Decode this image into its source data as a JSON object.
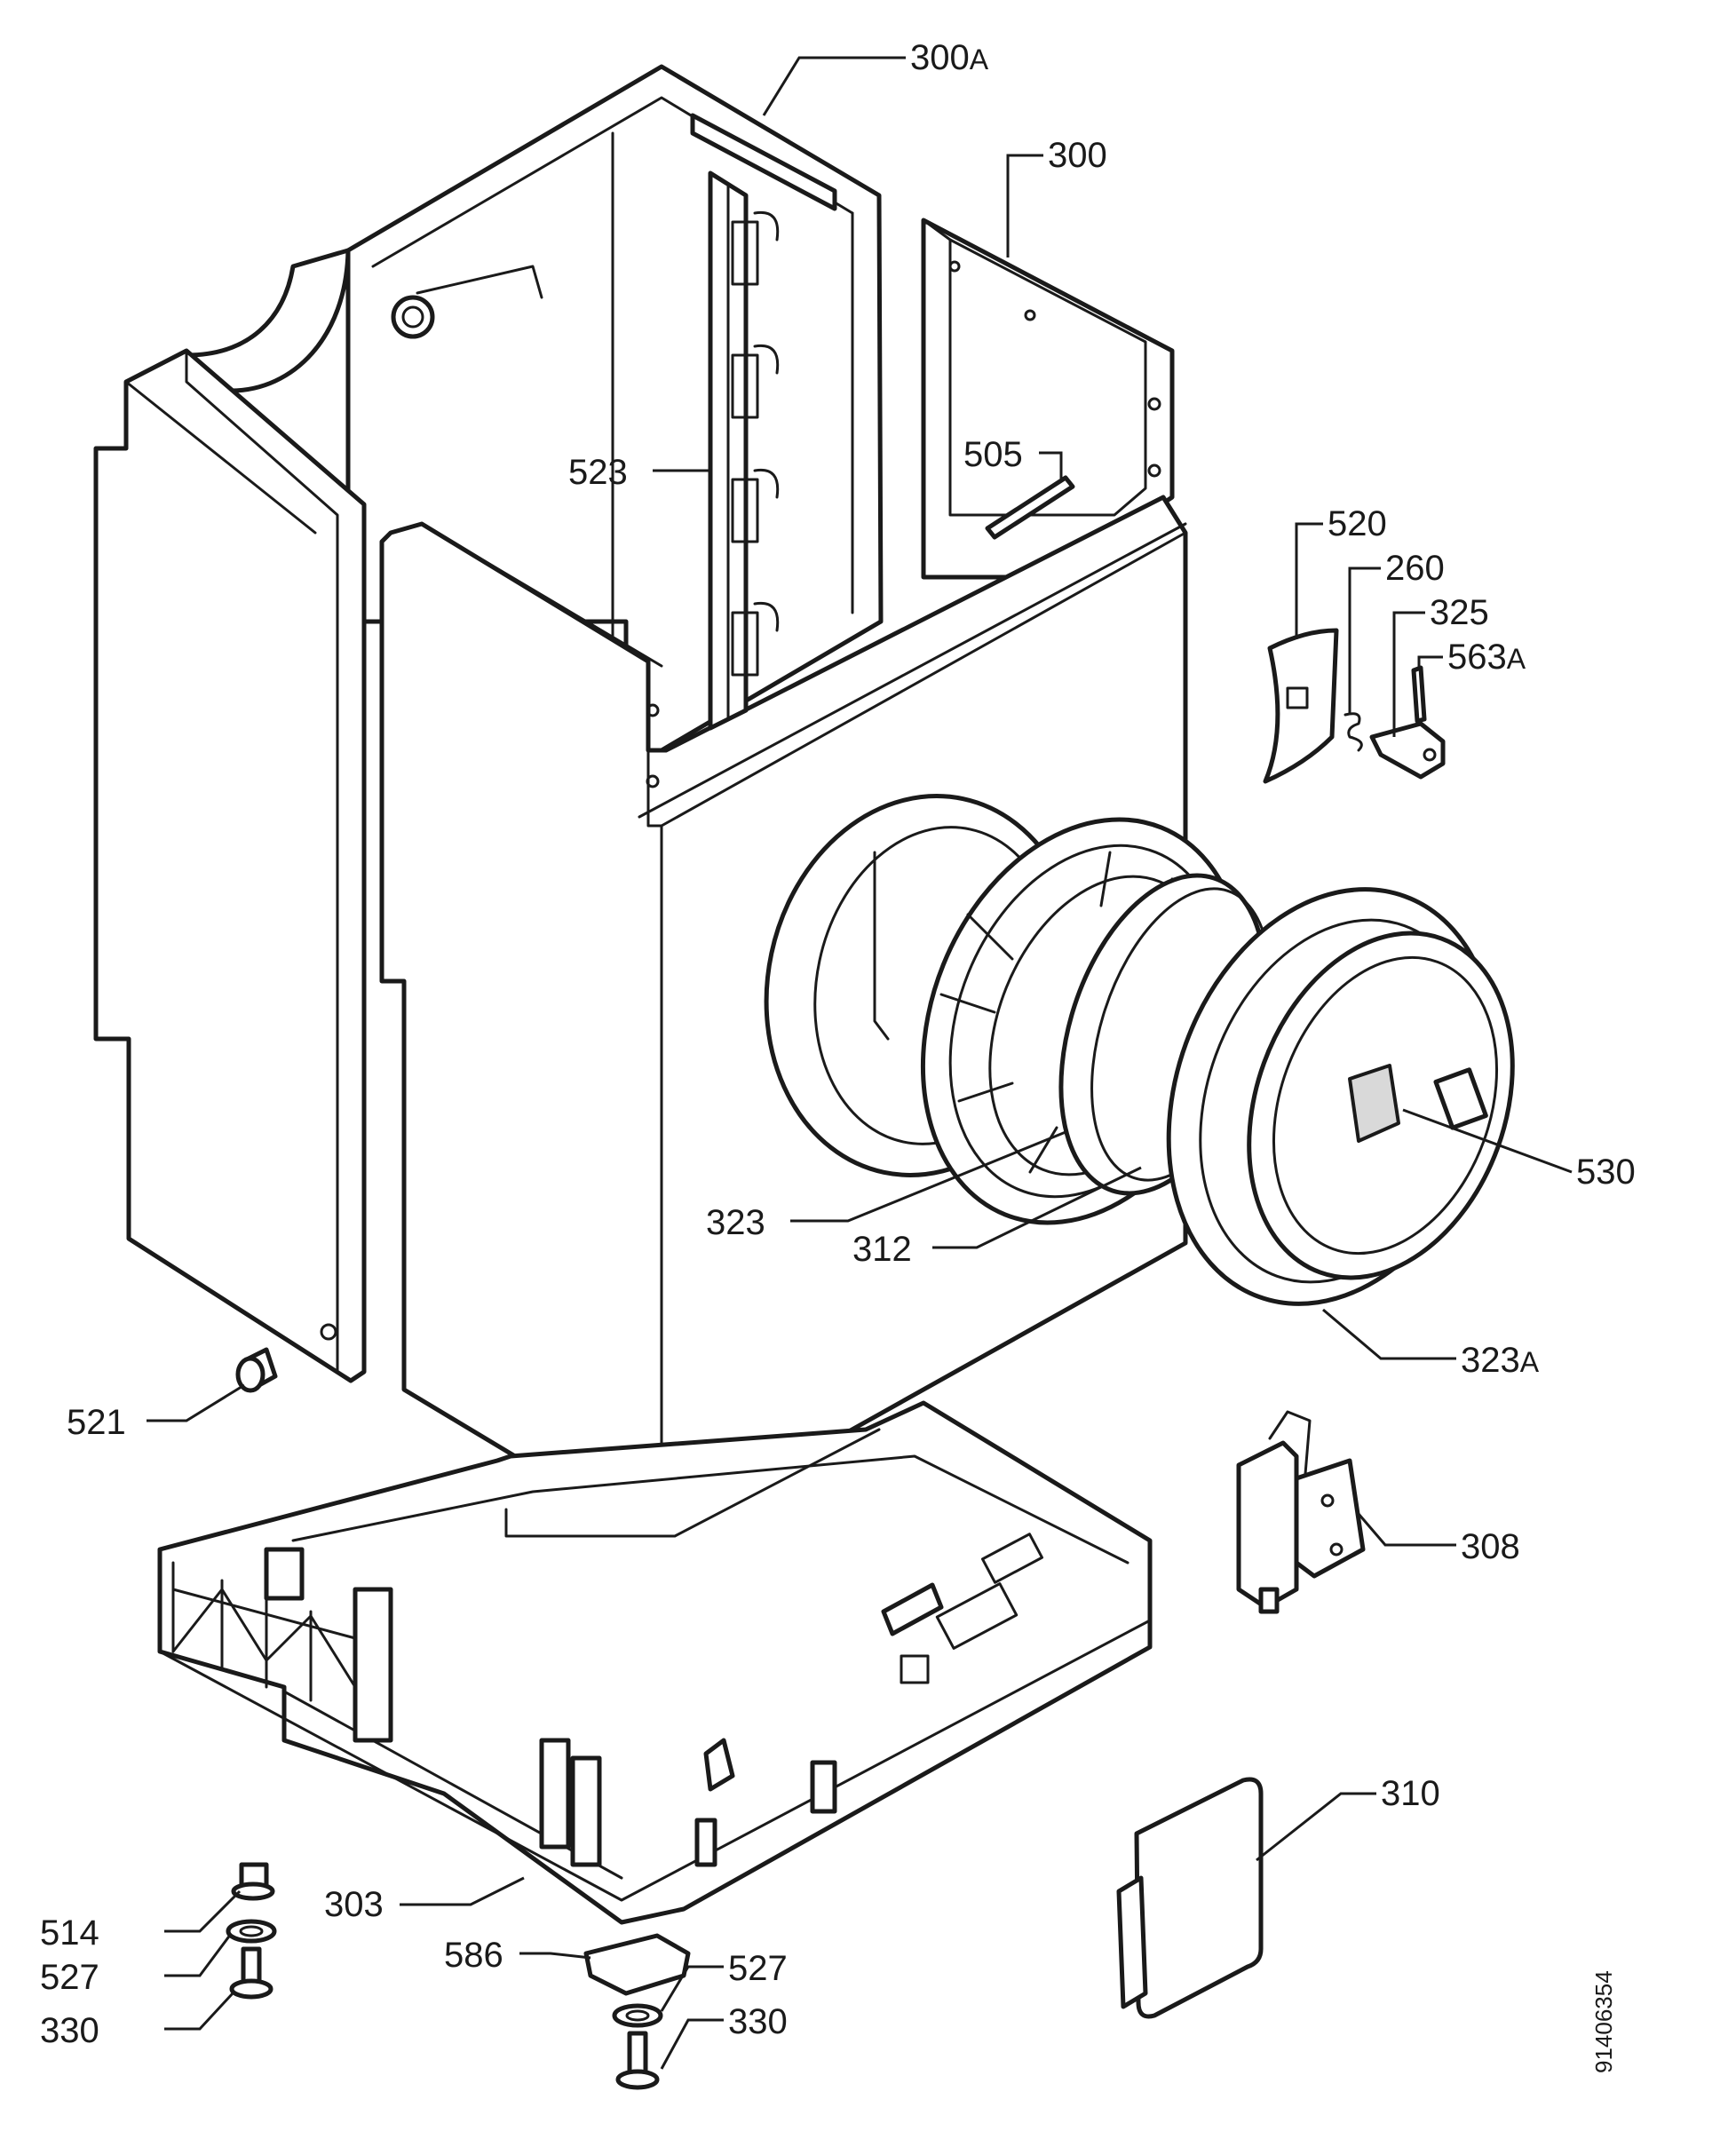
{
  "diagram": {
    "reference_code": "91406354",
    "labels": [
      {
        "id": "300A",
        "num": "300",
        "suffix": "A"
      },
      {
        "id": "300",
        "num": "300",
        "suffix": ""
      },
      {
        "id": "523",
        "num": "523",
        "suffix": ""
      },
      {
        "id": "505",
        "num": "505",
        "suffix": ""
      },
      {
        "id": "520",
        "num": "520",
        "suffix": ""
      },
      {
        "id": "260",
        "num": "260",
        "suffix": ""
      },
      {
        "id": "325",
        "num": "325",
        "suffix": ""
      },
      {
        "id": "563A",
        "num": "563",
        "suffix": "A"
      },
      {
        "id": "530",
        "num": "530",
        "suffix": ""
      },
      {
        "id": "323",
        "num": "323",
        "suffix": ""
      },
      {
        "id": "312",
        "num": "312",
        "suffix": ""
      },
      {
        "id": "323A",
        "num": "323",
        "suffix": "A"
      },
      {
        "id": "521",
        "num": "521",
        "suffix": ""
      },
      {
        "id": "308",
        "num": "308",
        "suffix": ""
      },
      {
        "id": "310",
        "num": "310",
        "suffix": ""
      },
      {
        "id": "303",
        "num": "303",
        "suffix": ""
      },
      {
        "id": "514",
        "num": "514",
        "suffix": ""
      },
      {
        "id": "527-left",
        "num": "527",
        "suffix": ""
      },
      {
        "id": "330-left",
        "num": "330",
        "suffix": ""
      },
      {
        "id": "586",
        "num": "586",
        "suffix": ""
      },
      {
        "id": "527-right",
        "num": "527",
        "suffix": ""
      },
      {
        "id": "330-right",
        "num": "330",
        "suffix": ""
      }
    ]
  }
}
